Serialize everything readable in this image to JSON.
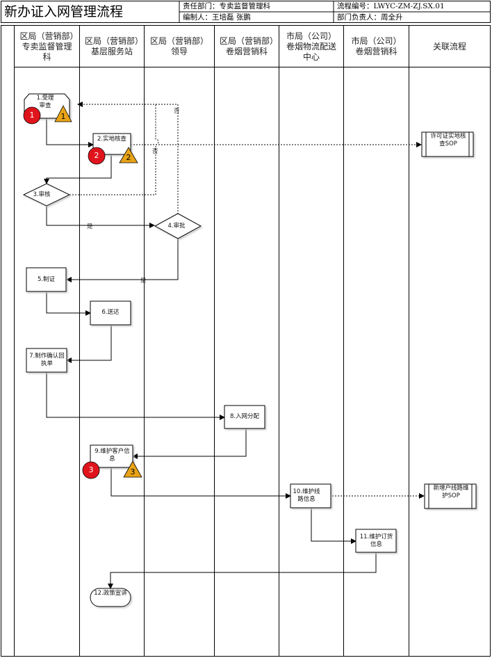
{
  "header": {
    "title": "新办证入网管理流程",
    "dept": "责任部门：专卖监督管理科",
    "code": "流程编号：LWYC-ZM-ZJ.SX.01",
    "author": "编制人：王培磊 张鹏",
    "owner": "部门负责人：周全升"
  },
  "lanes": [
    "区局（营销部）专卖监督管理科",
    "区局（营销部）基层服务站",
    "区局（营销部）领导",
    "区局（营销部）卷烟营销科",
    "市局（公司）卷烟物流配送中心",
    "市局（公司）卷烟营销科",
    "关联流程"
  ],
  "nodes": {
    "n1": "1.受理审查",
    "n2": "2.实地核查",
    "n3": "3.审核",
    "n4": "4.审批",
    "n5": "5.制证",
    "n6": "6.送达",
    "n7": "7.制作确认回执单",
    "n8": "8.入网分配",
    "n9": "9.维护客户信息",
    "n10": "10.维护线路信息",
    "n11": "11.维护订货信息",
    "n12": "12.政策宣讲"
  },
  "related": {
    "r1": "许可证实地核查SOP",
    "r2": "新增户线路维护SOP"
  },
  "edge_labels": {
    "no": "否",
    "yes": "是"
  },
  "markers": {
    "risk1": "1",
    "control1": "1",
    "risk2": "2",
    "control2": "2",
    "risk3": "3",
    "control3": "3"
  },
  "colors": {
    "risk": "#e0141c",
    "control": "#e8a317",
    "node_fill": "#ffffff",
    "line": "#000000"
  }
}
